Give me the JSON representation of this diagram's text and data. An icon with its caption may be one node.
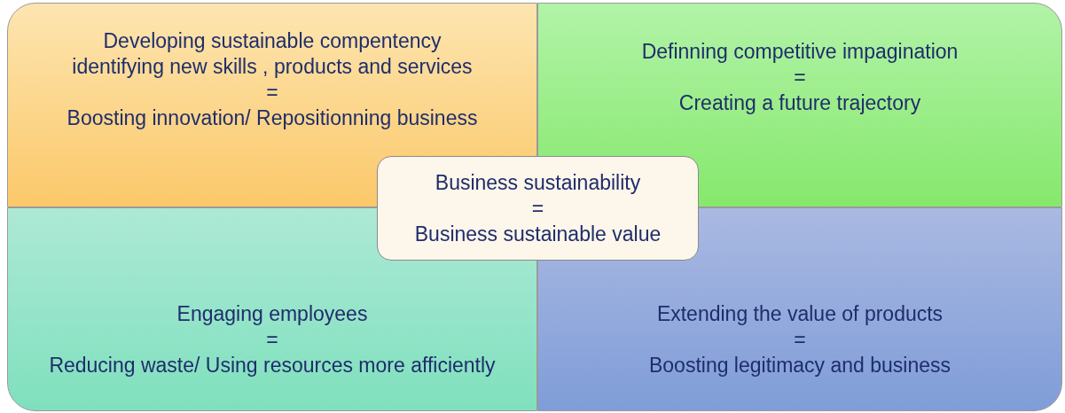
{
  "diagram": {
    "nodes": [
      {
        "text": [
          "Developing sustainable compentency identifying new skills , products and services",
          "=",
          "Boosting innovation/ Repositionning business"
        ]
      },
      {
        "text": [
          "Definning competitive impagination",
          "=",
          "Creating a future trajectory"
        ]
      },
      {
        "text": [
          "Engaging employees",
          "=",
          "Reducing waste/ Using resources more afficiently"
        ]
      },
      {
        "text": [
          "Extending the value of products",
          "=",
          "Boosting legitimacy and business"
        ]
      },
      {
        "text": [
          "Business sustainability",
          "=",
          "Business sustainable value"
        ]
      }
    ]
  }
}
